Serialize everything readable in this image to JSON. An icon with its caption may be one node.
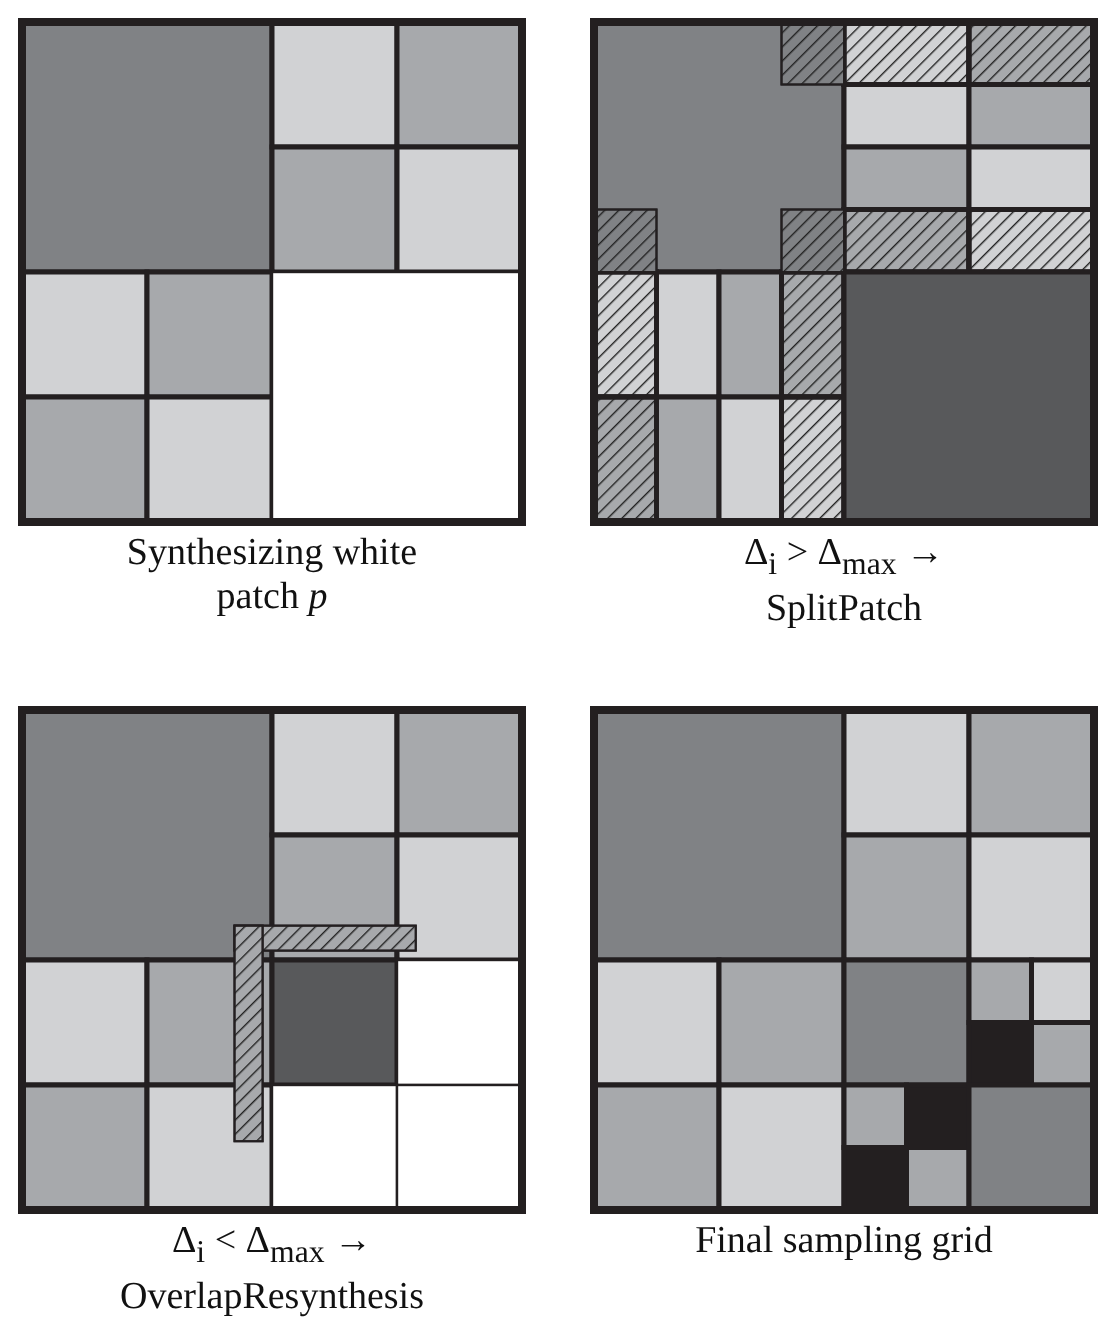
{
  "diagram": {
    "labels": [
      "Synthesizing white patch *p*",
      "Δ$_{i}$ > Δ$_{max}$ → SplitPatch",
      "Δ$_{i}$ < Δ$_{max}$ → OverlapResynthesis",
      "Final sampling grid"
    ]
  }
}
